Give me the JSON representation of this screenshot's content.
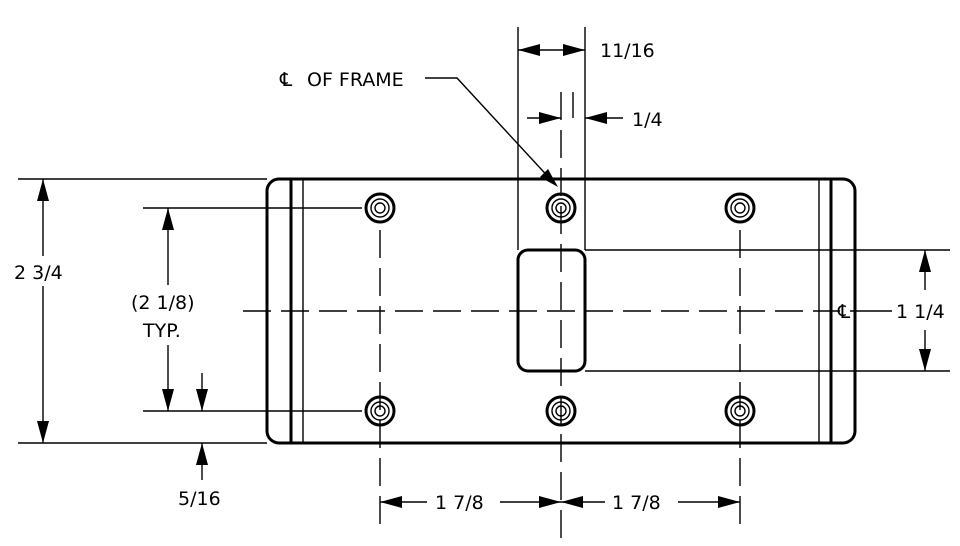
{
  "drawing": {
    "labels": {
      "dim_11_16": "11/16",
      "cl_of_frame_symbol": "℄",
      "cl_of_frame_text": "OF FRAME",
      "dim_1_4": "1/4",
      "dim_2_3_4": "2 3/4",
      "dim_2_1_8": "(2 1/8)",
      "typ": "TYP.",
      "cl_right_symbol": "℄",
      "dim_1_1_4": "1 1/4",
      "dim_5_16": "5/16",
      "dim_1_7_8_left": "1 7/8",
      "dim_1_7_8_right": "1 7/8"
    },
    "colors": {
      "line": "#000000",
      "background": "#ffffff"
    }
  }
}
